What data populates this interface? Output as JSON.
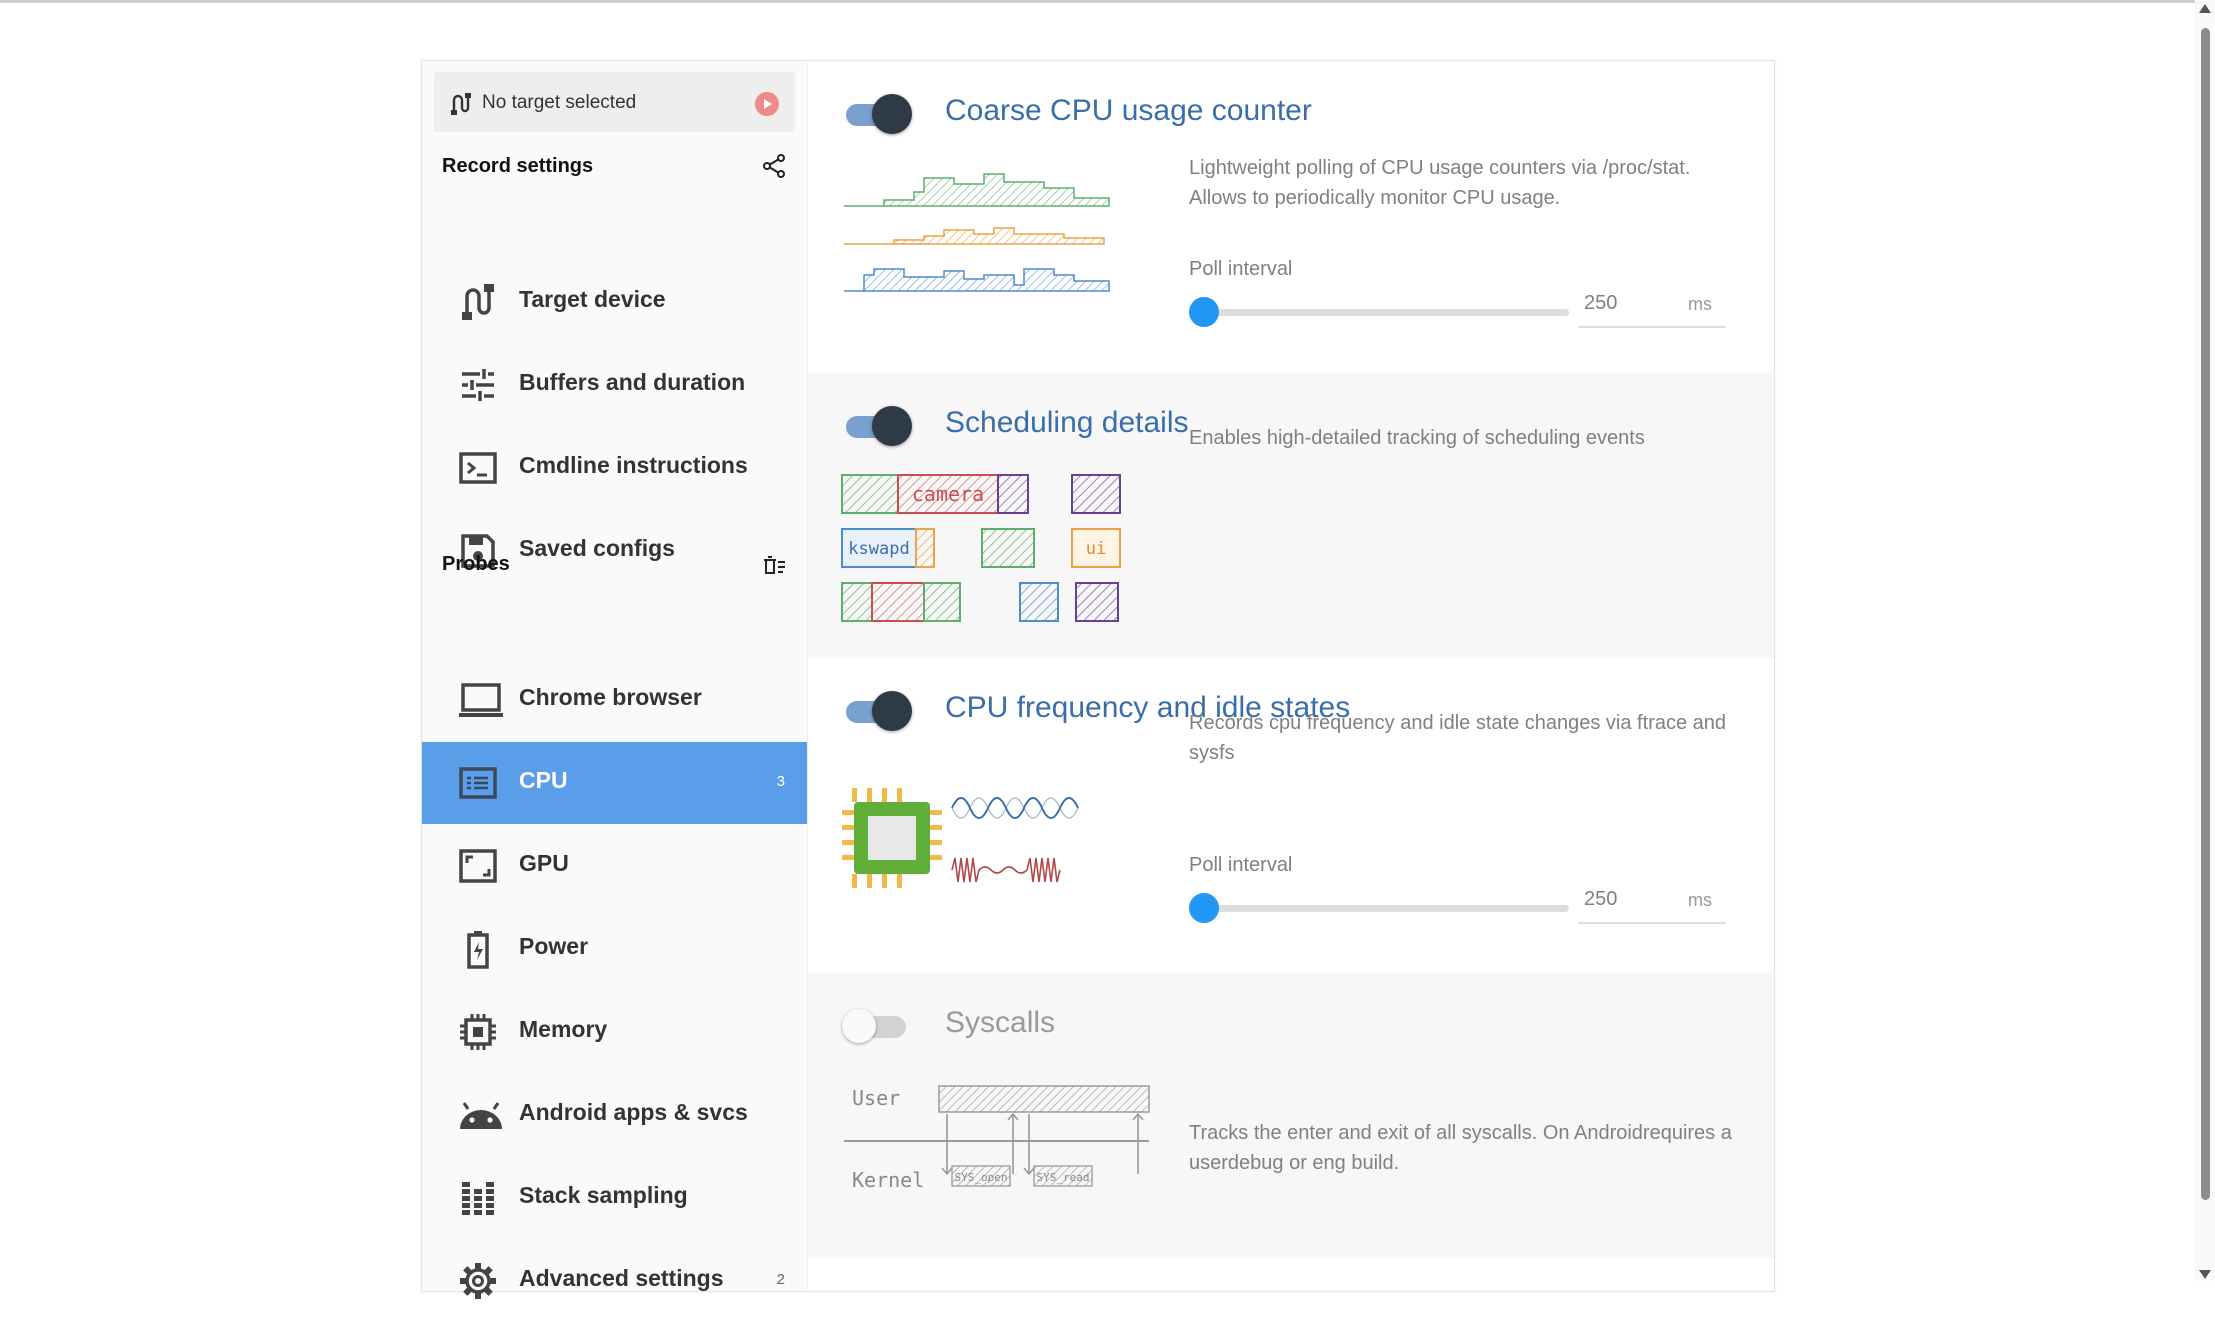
{
  "target": {
    "label": "No target selected"
  },
  "sidebar": {
    "record_header": "Record settings",
    "record_items": [
      {
        "label": "Target device",
        "icon": "target-device-icon"
      },
      {
        "label": "Buffers and duration",
        "icon": "tune-icon"
      },
      {
        "label": "Cmdline instructions",
        "icon": "terminal-icon"
      },
      {
        "label": "Saved configs",
        "icon": "save-icon"
      }
    ],
    "probes_header": "Probes",
    "probe_items": [
      {
        "label": "Chrome browser",
        "icon": "laptop-icon",
        "count": ""
      },
      {
        "label": "CPU",
        "icon": "cpu-icon",
        "count": "3",
        "active": true
      },
      {
        "label": "GPU",
        "icon": "gpu-icon",
        "count": ""
      },
      {
        "label": "Power",
        "icon": "battery-icon",
        "count": ""
      },
      {
        "label": "Memory",
        "icon": "memory-chip-icon",
        "count": ""
      },
      {
        "label": "Android apps & svcs",
        "icon": "android-icon",
        "count": ""
      },
      {
        "label": "Stack sampling",
        "icon": "stack-icon",
        "count": ""
      },
      {
        "label": "Advanced settings",
        "icon": "gear-icon",
        "count": "2"
      }
    ]
  },
  "probes": [
    {
      "title": "Coarse CPU usage counter",
      "enabled": true,
      "description": "Lightweight polling of CPU usage counters via /proc/stat. Allows to periodically monitor CPU usage.",
      "slider_label": "Poll interval",
      "value": "250",
      "unit": "ms"
    },
    {
      "title": "Scheduling details",
      "enabled": true,
      "description": "Enables high-detailed tracking of scheduling events",
      "art_labels": [
        "camera",
        "kswapd",
        "ui"
      ]
    },
    {
      "title": "CPU frequency and idle states",
      "enabled": true,
      "description": "Records cpu frequency and idle state changes via ftrace and sysfs",
      "slider_label": "Poll interval",
      "value": "250",
      "unit": "ms"
    },
    {
      "title": "Syscalls",
      "enabled": false,
      "description": "Tracks the enter and exit of all syscalls. On Androidrequires a userdebug or eng build.",
      "art_labels": [
        "User",
        "Kernel",
        "SYS_open",
        "SYS_read"
      ]
    }
  ],
  "colors": {
    "accent": "#5a9de8",
    "title": "#3a6ea8",
    "slider": "#2196f3",
    "toggle_knob": "#2f3a47"
  }
}
